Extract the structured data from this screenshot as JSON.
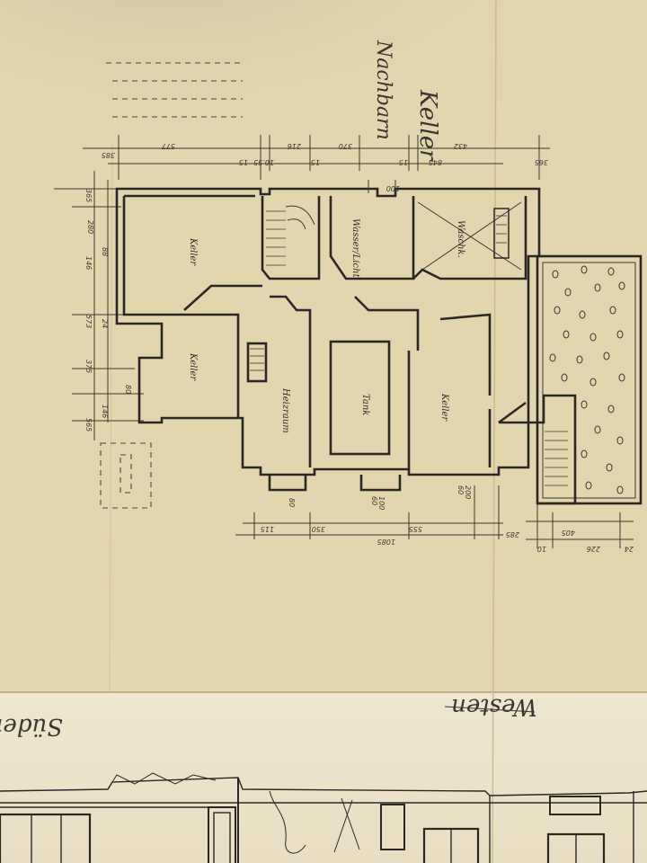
{
  "drawing": {
    "title": "Keller",
    "neighbor_note": "Nachbarn",
    "rooms": [
      {
        "id": "keller-nw",
        "label": "Keller"
      },
      {
        "id": "keller-w",
        "label": "Keller"
      },
      {
        "id": "heizraum",
        "label": "Heizraum"
      },
      {
        "id": "tank",
        "label": "Tank"
      },
      {
        "id": "keller-e",
        "label": "Keller"
      },
      {
        "id": "wasser-licht",
        "label": "Wasser/Licht"
      },
      {
        "id": "waschk",
        "label": "Waschk."
      }
    ],
    "dimensions_top": [
      "385",
      "577",
      "10.55",
      "15",
      "216",
      "15",
      "370",
      "15",
      "845",
      "432",
      "365",
      "100"
    ],
    "dimensions_left": [
      "365",
      "280",
      "88",
      "146",
      "573",
      "24",
      "375",
      "80",
      "146",
      "565"
    ],
    "dimensions_bottom": [
      "1085",
      "115",
      "350",
      "555",
      "285",
      "80",
      "100",
      "60",
      "200",
      "60",
      "405",
      "10",
      "226",
      "24"
    ],
    "lower_labels": {
      "left": "Süden",
      "right": "Westen"
    },
    "colors": {
      "paper": "#e6d9b4",
      "ink": "#2b2824"
    }
  }
}
